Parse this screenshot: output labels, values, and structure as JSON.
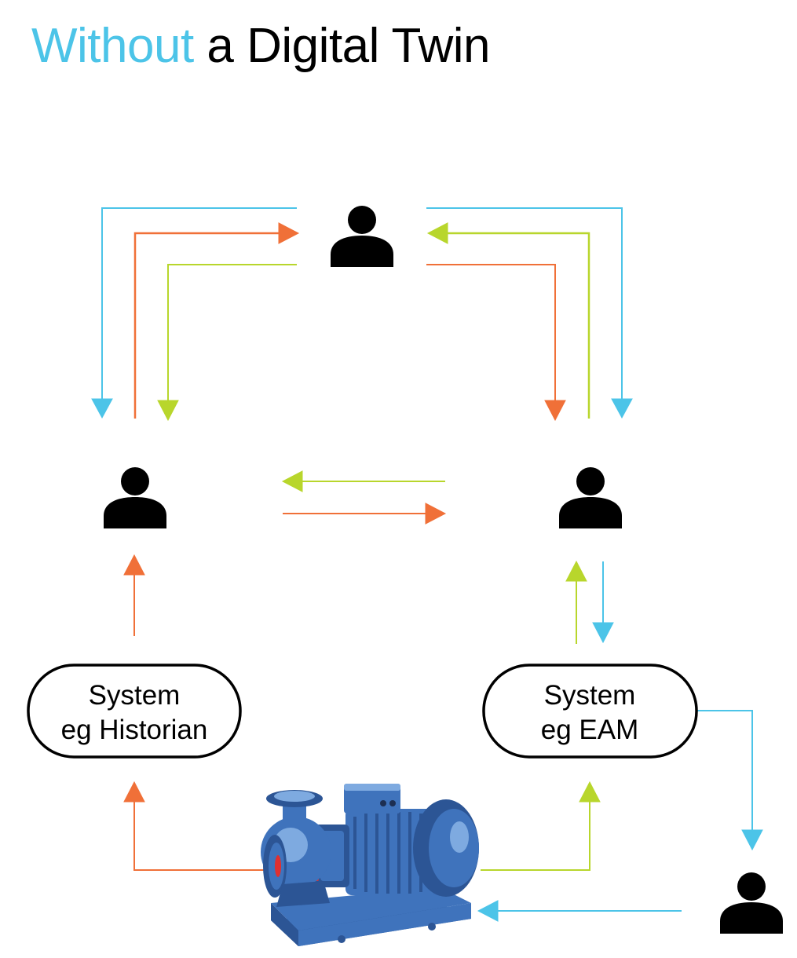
{
  "title": {
    "highlight": "Without",
    "rest": " a Digital Twin"
  },
  "colors": {
    "blue": "#4cc4e8",
    "orange": "#f07038",
    "green": "#b8d62c",
    "ink": "#000000",
    "pump_body": "#3f73bc",
    "pump_dark": "#2c5595",
    "pump_light": "#7eaae0"
  },
  "nodes": {
    "system_historian": {
      "line1": "System",
      "line2": "eg Historian"
    },
    "system_eam": {
      "line1": "System",
      "line2": "eg  EAM"
    }
  },
  "icons": [
    "person-icon",
    "pump-motor-icon"
  ]
}
